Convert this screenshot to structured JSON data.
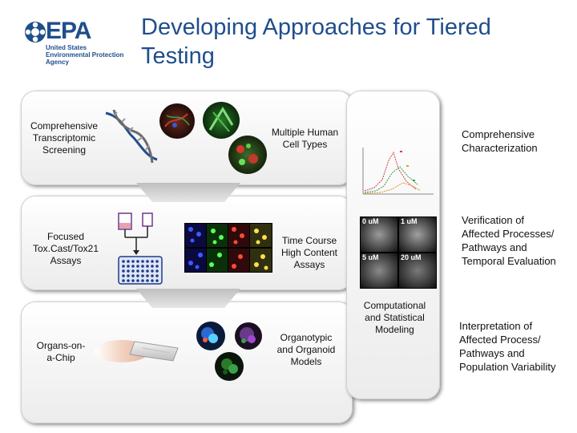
{
  "header": {
    "logo_word": "EPA",
    "agency_lines": [
      "United States",
      "Environmental Protection",
      "Agency"
    ],
    "title_line1": "Developing Approaches for Tiered",
    "title_line2": "Testing"
  },
  "tiers": [
    {
      "label_lines": [
        "Comprehensive",
        "Transcriptomic",
        "Screening"
      ],
      "mid_lines": [
        "Multiple Human",
        "Cell Types"
      ],
      "right_lines": [
        "Comprehensive",
        "Characterization"
      ]
    },
    {
      "label_lines": [
        "Focused",
        "Tox.Cast/Tox21",
        "Assays"
      ],
      "mid_lines": [
        "Time Course",
        "High Content",
        "Assays"
      ],
      "right_lines": [
        "Verification of",
        "Affected Processes/",
        "Pathways and",
        "Temporal Evaluation"
      ],
      "image_labels": [
        "0 uM",
        "1 uM",
        "5 uM",
        "20 uM"
      ]
    },
    {
      "label_lines": [
        "Organs-on-",
        "a-Chip"
      ],
      "mid_lines": [
        "Organotypic",
        "and Organoid",
        "Models"
      ],
      "right_lines": [
        "Interpretation of",
        "Affected Process/",
        "Pathways and",
        "Population Variability"
      ]
    }
  ],
  "computational": {
    "lines": [
      "Computational",
      "and Statistical",
      "Modeling"
    ]
  }
}
